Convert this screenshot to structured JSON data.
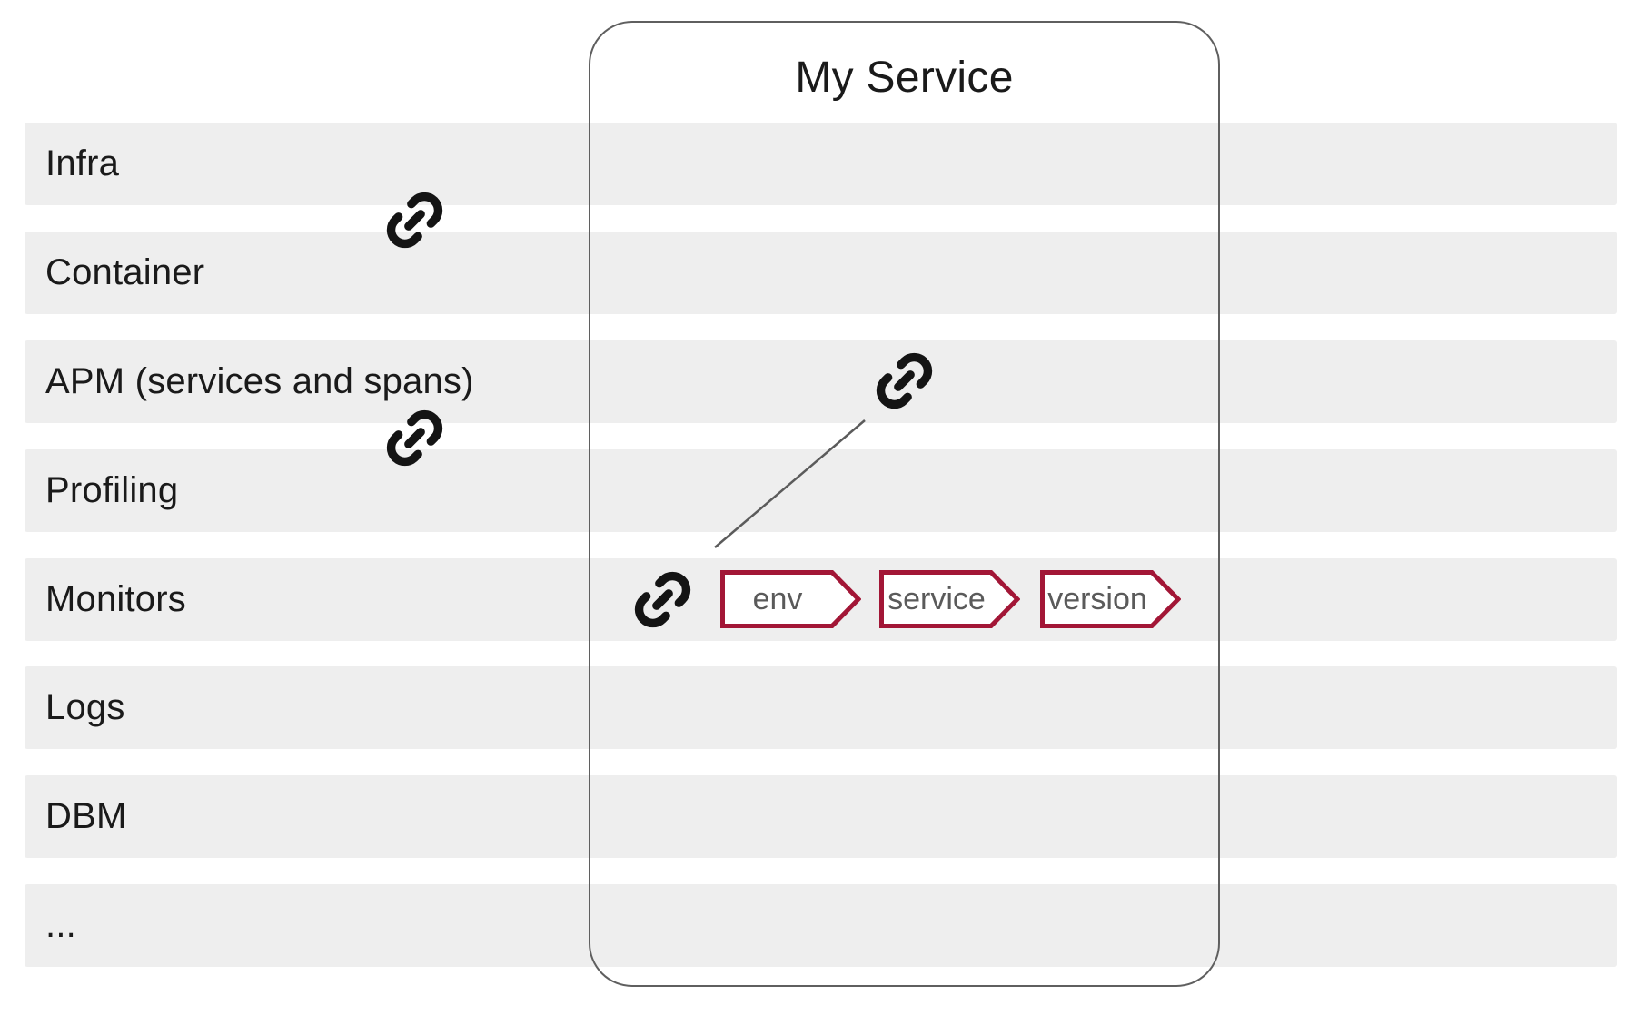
{
  "diagram": {
    "title": "My Service",
    "rows": [
      "Infra",
      "Container",
      "APM (services and spans)",
      "Profiling",
      "Monitors",
      "Logs",
      "DBM",
      "..."
    ],
    "tags": [
      "env",
      "service",
      "version"
    ],
    "icons": [
      "link-icon",
      "link-icon",
      "link-icon",
      "link-icon"
    ],
    "colors": {
      "row_bg": "#eeeeee",
      "label_text": "#1a1a1a",
      "container_border": "#5f5f5f",
      "connector_line": "#5b5b5b",
      "link_icon": "#141414",
      "tag_border": "#a21636",
      "tag_fill": "#ffffff",
      "tag_text": "#5a5a5a",
      "background": "#ffffff"
    }
  }
}
